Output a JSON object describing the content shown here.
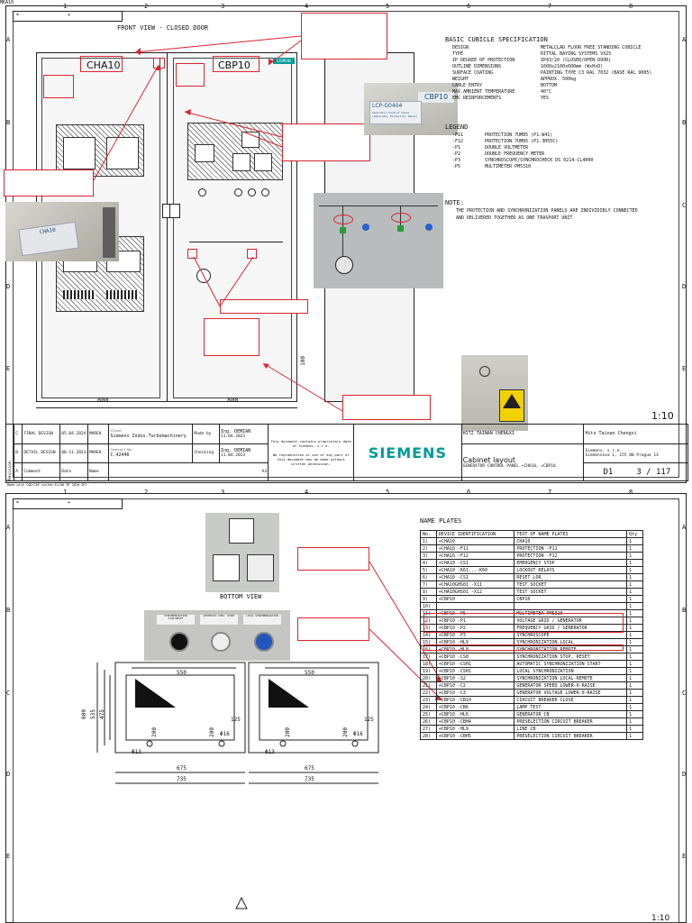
{
  "sheet1": {
    "col_numbers": [
      "1",
      "2",
      "3",
      "4",
      "5",
      "6",
      "7",
      "8"
    ],
    "row_letters": [
      "A",
      "B",
      "C",
      "D",
      "E"
    ],
    "front_view_title": "FRONT VIEW - CLOSED DOOR",
    "cabinet_left_label": "CHA10",
    "cabinet_right_label": "CBP10",
    "dim_left": "800",
    "dim_right": "800",
    "dim_height": "100",
    "photo_label_cbp10": "CBP10",
    "photo_label_lcp": "LCP-G0404",
    "photo_label_lcp_sub": "Generator Control Panel (Generator Protection Panel)",
    "photo_label_cha10": "CHA10",
    "siemens_badge": "SIEMENS",
    "mka_label": "MKA10",
    "spec": {
      "title": "BASIC CUBICLE SPECIFICATION",
      "rows": [
        {
          "k": "DESIGN",
          "v": "METALCLAD FLOOR FREE STANDING CUBICLE"
        },
        {
          "k": "TYPE",
          "v": "RITTAL BAYING SYSTEMS VX25"
        },
        {
          "k": "IP DEGREE OF PROTECTION",
          "v": "IP43/20 (CLOSED/OPEN DOOR)"
        },
        {
          "k": "OUTLINE DIMENSIONS",
          "v": "1600x2100x600mm (WxHxD)"
        },
        {
          "k": "SURFACE COATING",
          "v": "PAINTING TYPE C3 RAL 7032 (BASE RAL 9005)"
        },
        {
          "k": "WEIGHT",
          "v": "APPROX. 500kg"
        },
        {
          "k": "CABLE ENTRY",
          "v": "BOTTOM"
        },
        {
          "k": "MAX.AMBIENT TEMPERATURE",
          "v": "40°C"
        },
        {
          "k": "EMC REINFORCEMENTS",
          "v": "YES"
        }
      ]
    },
    "legend": {
      "title": "LEGEND",
      "rows": [
        {
          "k": "-F11",
          "v": "PROTECTION 7UM85 (P1.W41)"
        },
        {
          "k": "-F12",
          "v": "PROTECTION 7UM85 (P1.3H55C)"
        },
        {
          "k": "-P1",
          "v": "DOUBLE VOLTMETER"
        },
        {
          "k": "-P2",
          "v": "DOUBLE FREQUENCY METER"
        },
        {
          "k": "-P3",
          "v": "SYNCHROSCOPE/SYNCHROCHECK DS 0214-CL4000"
        },
        {
          "k": "-P5",
          "v": "MULTIMETER PM5310"
        }
      ]
    },
    "note_title": "NOTE:",
    "note_text1": "THE PROTECTION AND SYNCHRONIZATION PANELS ARE INDIVIDIBLY CONNECTED",
    "note_text2": "AND DELIVERED TOGETHER AS ONE TRASPORT UNIT.",
    "scale": "1:10",
    "titleblock": {
      "rev_c": "C",
      "rev_c_text": "FINAL DESIGN",
      "rev_c_date": "05.04.2024",
      "rev_c_name": "MAREK",
      "rev_b": "B",
      "rev_b_text": "DETAIL DESIGN",
      "rev_b_date": "08.11.2023",
      "rev_b_name": "MAREK",
      "rev_a": "A",
      "rev_a_text": "Comment",
      "rev_a_date": "Date",
      "rev_a_name": "Name",
      "made_with": "Made with CAD/CAE system ELCAD 9E 2020 SP1",
      "client_label": "Client",
      "client": "Siemens Indus.Turbomachinery",
      "contract_label": "Contract No.",
      "contract": "C.42446",
      "made_by_label": "Made by",
      "made_by": "Ing. DEMIAN",
      "made_date": "11.04.2023",
      "checking_label": "Checking",
      "checking": "Ing. DEMIAN",
      "check_date": "11.04.2023",
      "sheet_size": "A3",
      "notice1": "This document contains proprietary data",
      "notice2": "of Siemens, s.r.o.",
      "notice3": "No reproduction or use of any part of",
      "notice4": "this document may be made without",
      "notice5": "written permission.",
      "company": "SIEMENS",
      "building_site": "HITZ TAINAN CHENGXI",
      "doc_title": "Cabinet layout",
      "doc_subtitle": "GENERATOR CONTROL PANEL +CHA10, +CBP10",
      "project": "Hitz Tainan Chengxi",
      "address1": "Siemens, s.r.o.",
      "address2": "Siemensova 1, 155 00 Prague 13",
      "doc_no": "D1",
      "page": "3 / 117"
    }
  },
  "sheet2": {
    "col_numbers": [
      "1",
      "2",
      "3",
      "4",
      "5",
      "6",
      "7",
      "8"
    ],
    "row_letters": [
      "A",
      "B",
      "C",
      "D",
      "E"
    ],
    "bottom_view_title": "BOTTOM VIEW",
    "button_labels": [
      "SYNCHRONIZATION STOP/RESET",
      "AUTOMATIC SYNC. START",
      "LOCAL SYNCHRONIZATION"
    ],
    "dims": {
      "d550a": "550",
      "d550b": "550",
      "d600": "600",
      "d535": "535",
      "d475": "475",
      "d125a": "125",
      "d125b": "125",
      "d200a": "200",
      "d200b": "200",
      "d200c": "200",
      "d200d": "200",
      "p13a": "Φ13",
      "p16a": "Φ16",
      "p13b": "Φ13",
      "p16b": "Φ16",
      "d675a": "675",
      "d735a": "735",
      "d675b": "675",
      "d735b": "735"
    },
    "nameplates_title": "NAME PLATES",
    "np_headers": [
      "No.",
      "DEVICE IDENTIFICATION",
      "TEXT OF NAME PLATES",
      "Qty"
    ],
    "np_rows": [
      [
        "1)",
        "+CHA10",
        "CHA10",
        "1"
      ],
      [
        "2)",
        "+CHA10 -F11",
        "PROTECTION -F11",
        "1"
      ],
      [
        "3)",
        "+CHA10 -F12",
        "PROTECTION -F12",
        "1"
      ],
      [
        "4)",
        "+CHA10 -CS1",
        "EMERGENCY STOP",
        "1"
      ],
      [
        "5)",
        "+CHA10 -K61...-K60",
        "LOCKOUT RELAYS",
        "1"
      ],
      [
        "6)",
        "+CHA10 -CS1",
        "RESET LOR",
        "1"
      ],
      [
        "7)",
        "+CHA10GHS01 -X11",
        "TEST SOCKET",
        "1"
      ],
      [
        "8)",
        "+CHA10GHS01 -X12",
        "TEST SOCKET",
        "1"
      ],
      [
        "9)",
        "+CBP10",
        "CBP10",
        "1"
      ],
      [
        "10)",
        "",
        "",
        "1"
      ],
      [
        "11)",
        "+CBP10 -P5",
        "MULTIMETER PM5310",
        "1"
      ],
      [
        "12)",
        "+CBP10 -P1",
        "VOLTAGE GRID / GENERATOR",
        "1"
      ],
      [
        "13)",
        "+CBP10 -P2",
        "FREQUENCY GRID / GENERATOR",
        "1"
      ],
      [
        "14)",
        "+CBP10 -P3",
        "SYNCHROSCOPE",
        "1"
      ],
      [
        "15)",
        "+CBP10 -HL9",
        "SYNCHRONIZATION LOCAL",
        "1"
      ],
      [
        "16)",
        "+CBP10 -HL8",
        "SYNCHRONIZATION REMOTE",
        "1"
      ],
      [
        "17)",
        "+CBP10 -CS0",
        "SYNCHRONIZATION STOP, RESET",
        "1"
      ],
      [
        "18)",
        "+CBP10 -CSH1",
        "AUTOMATIC SYNCHRONIZATION START",
        "1"
      ],
      [
        "19)",
        "+CBP10 -CSH1",
        "LOCAL SYNCHRONIZATION",
        "1"
      ],
      [
        "20)",
        "+CBP10 -S2",
        "SYNCHRONIZATION LOCAL-REMOTE",
        "1"
      ],
      [
        "21)",
        "+CBP10 -C2",
        "GENERATOR SPEED LOWER-0-RAISE",
        "1"
      ],
      [
        "22)",
        "+CBP10 -C3",
        "GENERATOR VOLTAGE LOWER-0-RAISE",
        "1"
      ],
      [
        "23)",
        "+CBP10 -CB10",
        "CIRCUIT BREAKER CLOSE",
        "1"
      ],
      [
        "24)",
        "+CBP10 -CB6",
        "LAMP TEST",
        "1"
      ],
      [
        "25)",
        "+CBP10 -HL6",
        "GENERATOR CB",
        "1"
      ],
      [
        "26)",
        "+CBP10 -CBH4",
        "PRESELECTION CIRCUIT BREAKER",
        "1"
      ],
      [
        "27)",
        "+CBP10 -HL9",
        "LINE CB",
        "1"
      ],
      [
        "28)",
        "+CBP10 -CBH5",
        "PRESELECTION CIRCUIT BREAKER",
        "1"
      ]
    ],
    "scale": "1:10"
  }
}
